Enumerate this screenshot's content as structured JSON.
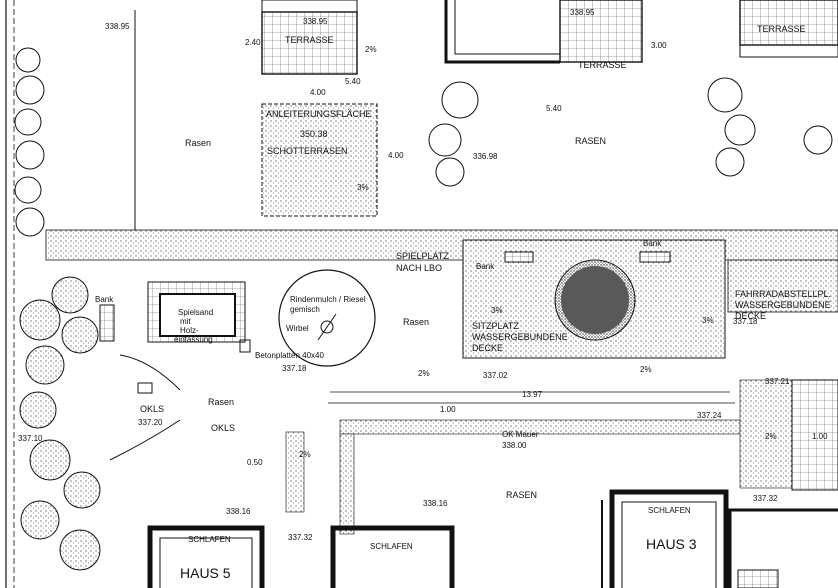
{
  "labels": {
    "terrasse_left": "TERRASSE",
    "terrasse_mid": "TERRASSE",
    "terrasse_right": "TERRASSE",
    "rasen_top_left": "Rasen",
    "rasen_top": "RASEN",
    "anleiterung_title": "ANLEITERUNGSFLÄCHE",
    "anleiterung_level": "350.38",
    "anleiterung_material": "SCHOTTERRASEN",
    "anleiterung_slope": "3%",
    "spielplatz": "SPIELPLATZ",
    "spielplatz_sub": "NACH LBO",
    "bank_left": "Bank",
    "bank_mid": "Bank",
    "bank_right": "Bank",
    "spielsand_1": "Spielsand",
    "spielsand_2": "mit",
    "spielsand_3": "Holz-",
    "spielsand_4": "einfassung",
    "rindenmulch_1": "Rindenmulch / Riesel",
    "rindenmulch_2": "gemisch",
    "wirbel": "Wirbel",
    "betonplatten": "Betonplatten 40x40",
    "rasen_mid": "Rasen",
    "sitzplatz_1": "SITZPLATZ",
    "sitzplatz_2": "WASSERGEBUNDENE",
    "sitzplatz_3": "DECKE",
    "fahrrad_1": "FAHRRADABSTELLPL.",
    "fahrrad_2": "WASSERGEBUNDENE",
    "fahrrad_3": "DECKE",
    "okls_1": "OKLS",
    "okls_2": "OKLS",
    "rasen_left": "Rasen",
    "rasen_bottom": "RASEN",
    "ok_mauer": "OK Mauer",
    "schlafen_1": "SCHLAFEN",
    "schlafen_2": "SCHLAFEN",
    "schlafen_3": "SCHLAFEN",
    "haus3": "HAUS 3",
    "haus5": "HAUS 5"
  },
  "levels": {
    "l1": "338.95",
    "l2": "338.95",
    "l3": "338.95",
    "l4": "336.98",
    "l5": "337.18",
    "l6": "337.18",
    "l7": "337.02",
    "l8": "337.21",
    "l9": "337.24",
    "l10": "337.20",
    "l11": "337.10",
    "l12": "338.00",
    "l13": "338.16",
    "l14": "338.16",
    "l15": "337.32",
    "l16": "337.32"
  },
  "slopes": {
    "s1": "2%",
    "s2": "2%",
    "s3": "2%",
    "s4": "3%",
    "s5": "2%",
    "s6": "3%",
    "s7": "2%"
  },
  "dimensions": {
    "d1": "5.40",
    "d2": "5.40",
    "d3": "4.00",
    "d4": "2.40",
    "d5": "3.00",
    "d6": "13.97",
    "d7": "1.00",
    "d8": "4.00",
    "d9": "0.50",
    "d10": "1.00"
  },
  "colors": {
    "ink": "#111111",
    "paper": "#ffffff"
  }
}
